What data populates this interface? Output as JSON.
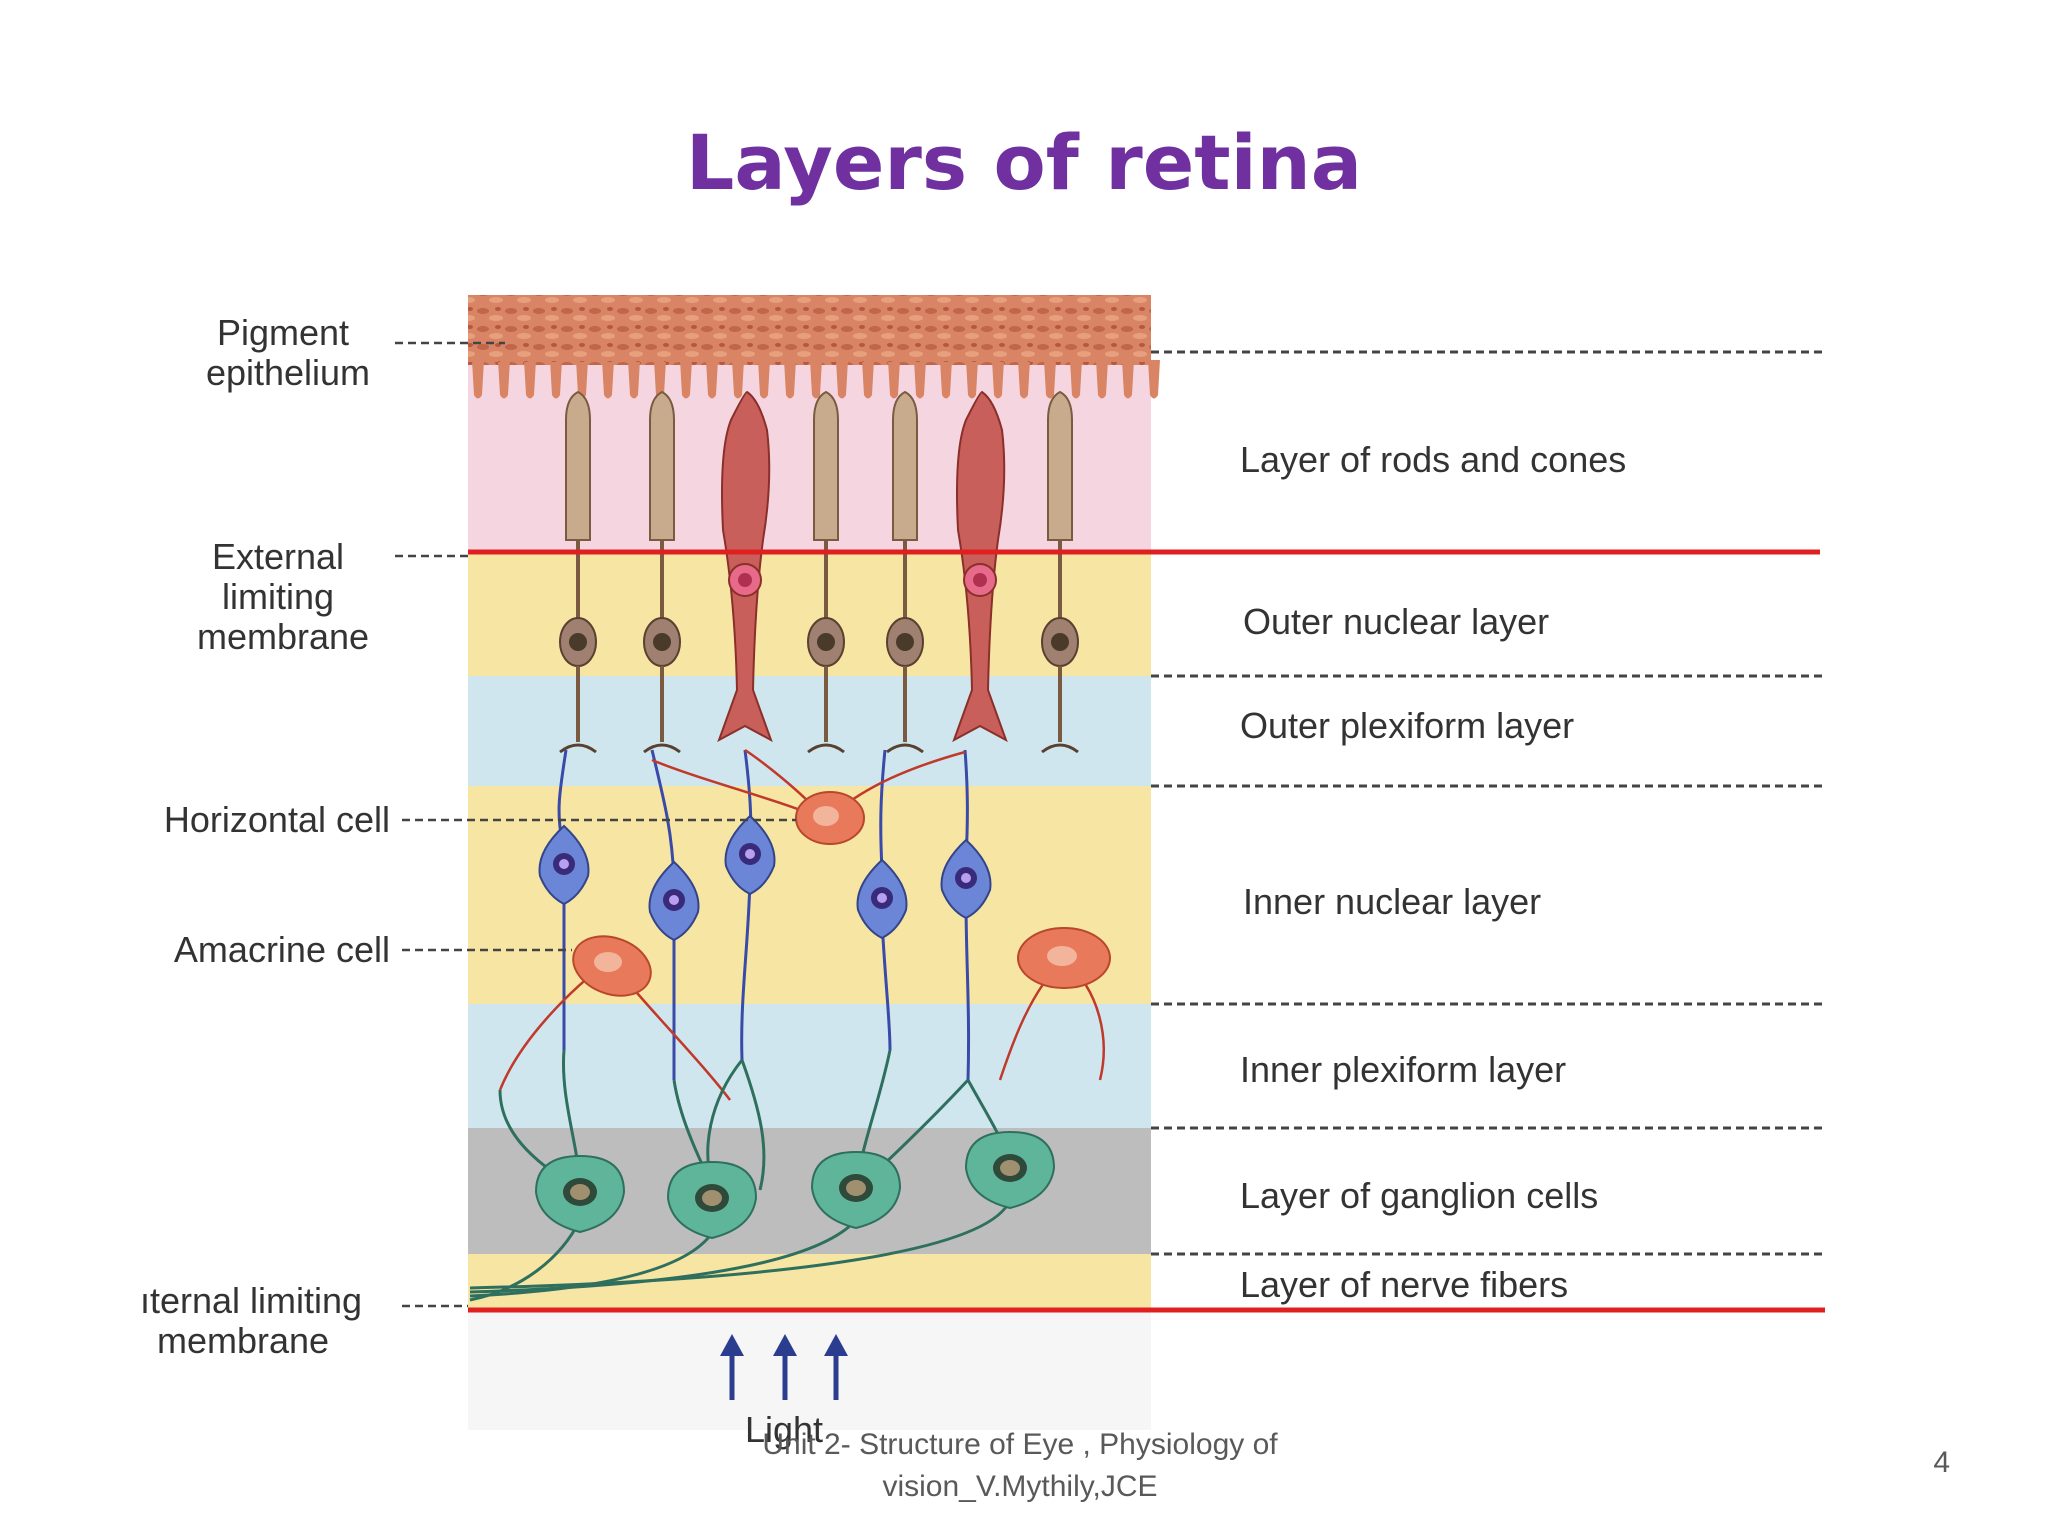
{
  "slide": {
    "title": "Layers of retina",
    "footer": "Unit 2- Structure of Eye , Physiology of vision_V.Mythily,JCE",
    "page_number": "4"
  },
  "diagram": {
    "left_labels": {
      "pigment_epithelium": [
        "Pigment",
        "epithelium"
      ],
      "external_limiting_membrane": [
        "External",
        "limiting",
        "membrane"
      ],
      "horizontal_cell": "Horizontal cell",
      "amacrine_cell": "Amacrine cell",
      "internal_limiting_membrane": [
        "ıternal limiting",
        "membrane"
      ]
    },
    "right_labels": {
      "rods_cones": "Layer of rods and cones",
      "outer_nuclear": "Outer nuclear layer",
      "outer_plexiform": "Outer plexiform layer",
      "inner_nuclear": "Inner nuclear layer",
      "inner_plexiform": "Inner plexiform layer",
      "ganglion": "Layer of ganglion cells",
      "nerve_fibers": "Layer of nerve fibers"
    },
    "light_label": "Light",
    "colors": {
      "title": "#7030a0",
      "pigment": "#d47a5c",
      "rods_cones_band": "#f5d6e0",
      "nuclear_band": "#f7e6a3",
      "plexiform_band": "#cfe6ef",
      "ganglion_band": "#bdbdbd",
      "membrane_line": "#e02020",
      "bipolar_cell": "#6b86d6",
      "ganglion_cell": "#5fb59a",
      "amacrine_cell": "#e8795a",
      "arrow": "#2a3d8f"
    }
  }
}
